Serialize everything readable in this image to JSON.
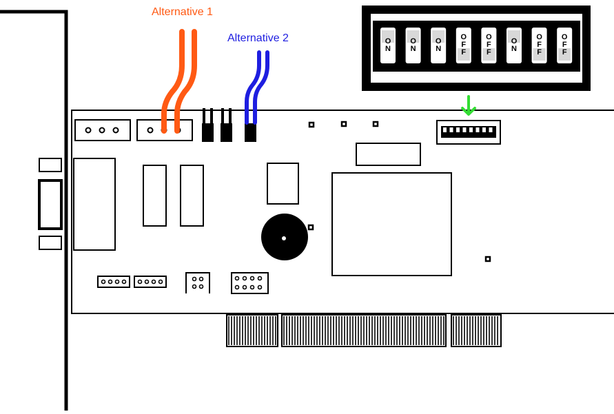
{
  "labels": {
    "alternative_1": "Alternative 1",
    "alternative_2": "Alternative 2"
  },
  "dip_switch": {
    "positions": [
      "ON",
      "ON",
      "ON",
      "OFF",
      "OFF",
      "ON",
      "OFF",
      "OFF"
    ]
  },
  "colors": {
    "alternative_1": "#ff5a14",
    "alternative_2": "#1e1ee0",
    "indicator_arrow": "#33dd33",
    "board": "#000000",
    "background": "#ffffff"
  },
  "icons": {
    "arrow": "arrow-down-icon"
  }
}
